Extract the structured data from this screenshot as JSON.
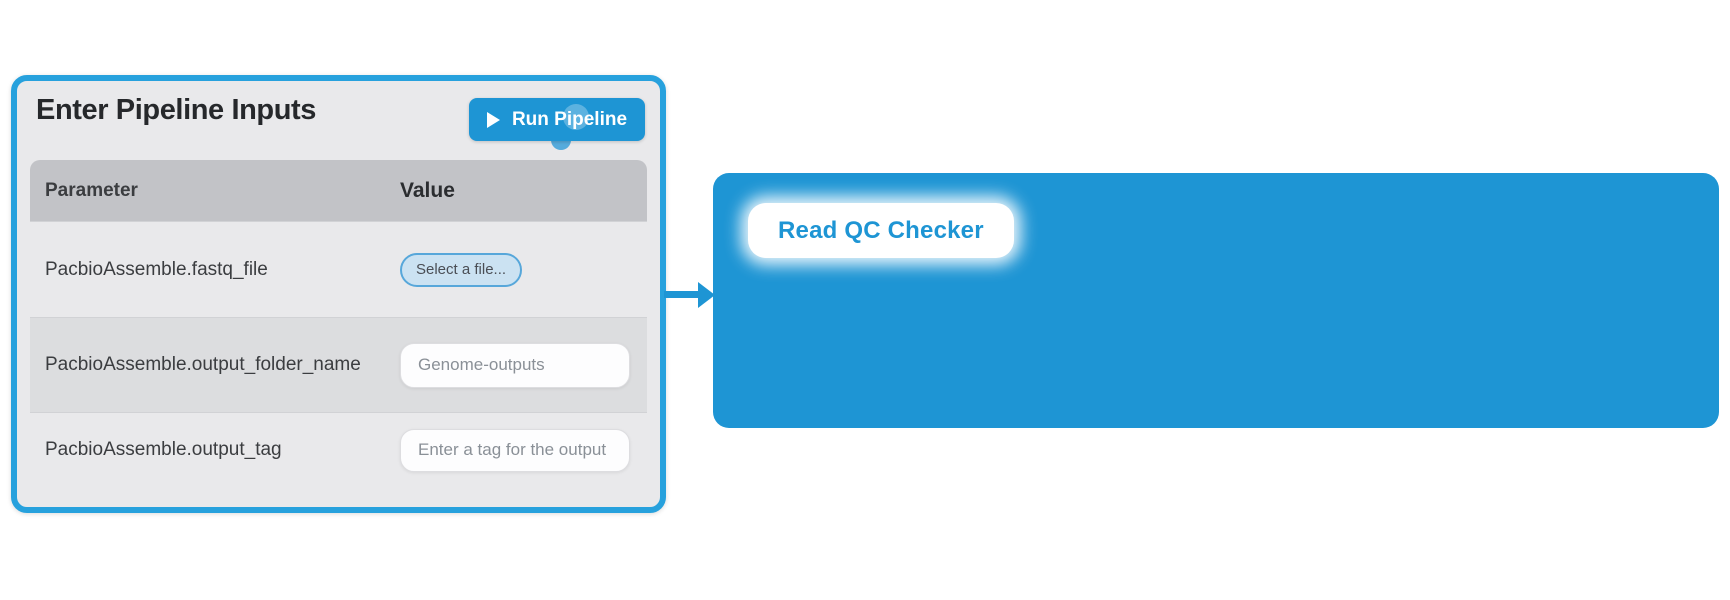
{
  "colors": {
    "accent": "#1E95D4",
    "panel-border": "#27A1DD",
    "panel-bg": "#E9E9EB",
    "table-header-bg": "#C2C3C7",
    "row-alt-bg": "#DCDDDF",
    "chip-bg": "#CBE2F2",
    "chip-border": "#57A7DA",
    "text-dark": "#26282B",
    "text-muted": "#8A9097"
  },
  "pipeline_inputs": {
    "title": "Enter Pipeline Inputs",
    "run_button": {
      "label": "Run Pipeline",
      "icon": "play-icon"
    },
    "table": {
      "headers": [
        "Parameter",
        "Value"
      ],
      "rows": [
        {
          "parameter": "PacbioAssemble.fastq_file",
          "control": "file-button",
          "label": "Select a file..."
        },
        {
          "parameter": "PacbioAssemble.output_folder_name",
          "control": "text-input",
          "value": "Genome-outputs"
        },
        {
          "parameter": "PacbioAssemble.output_tag",
          "control": "text-input",
          "placeholder": "Enter a tag for the output"
        }
      ]
    }
  },
  "edge": {
    "icon": "arrow-right-icon"
  },
  "qc_node": {
    "label": "Read QC Checker"
  }
}
